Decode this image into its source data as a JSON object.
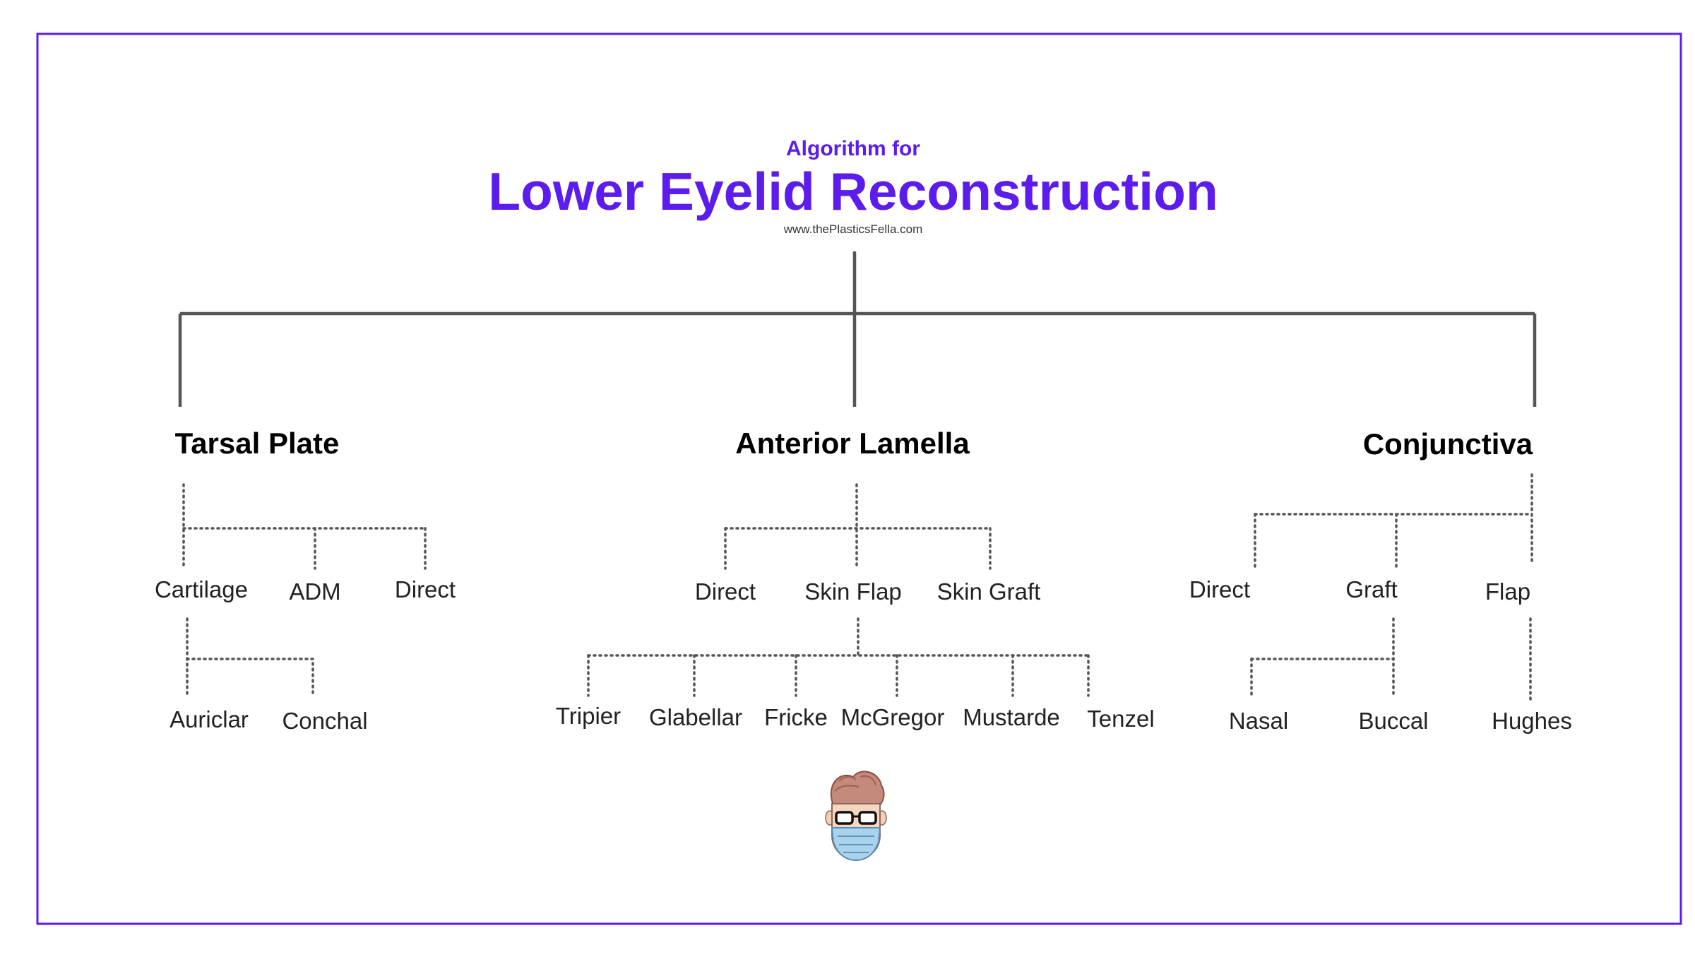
{
  "header": {
    "subtitle": "Algorithm for",
    "title": "Lower Eyelid Reconstruction",
    "url": "www.thePlasticsFella.com"
  },
  "colors": {
    "accent": "#5b1ced",
    "line": "#555555",
    "text": "#222222"
  },
  "tree": {
    "categories": [
      {
        "label": "Tarsal Plate",
        "children": [
          {
            "label": "Cartilage",
            "children": [
              {
                "label": "Auriclar"
              },
              {
                "label": "Conchal"
              }
            ]
          },
          {
            "label": "ADM"
          },
          {
            "label": "Direct"
          }
        ]
      },
      {
        "label": "Anterior Lamella",
        "children": [
          {
            "label": "Direct"
          },
          {
            "label": "Skin Flap",
            "children": [
              {
                "label": "Tripier"
              },
              {
                "label": "Glabellar"
              },
              {
                "label": "Fricke"
              },
              {
                "label": "McGregor"
              },
              {
                "label": "Mustarde"
              },
              {
                "label": "Tenzel"
              }
            ]
          },
          {
            "label": "Skin Graft"
          }
        ]
      },
      {
        "label": "Conjunctiva",
        "children": [
          {
            "label": "Direct"
          },
          {
            "label": "Graft",
            "children": [
              {
                "label": "Nasal"
              },
              {
                "label": "Buccal"
              }
            ]
          },
          {
            "label": "Flap",
            "children": [
              {
                "label": "Hughes"
              }
            ]
          }
        ]
      }
    ]
  },
  "logo": {
    "icon": "masked-doctor-avatar-icon"
  }
}
